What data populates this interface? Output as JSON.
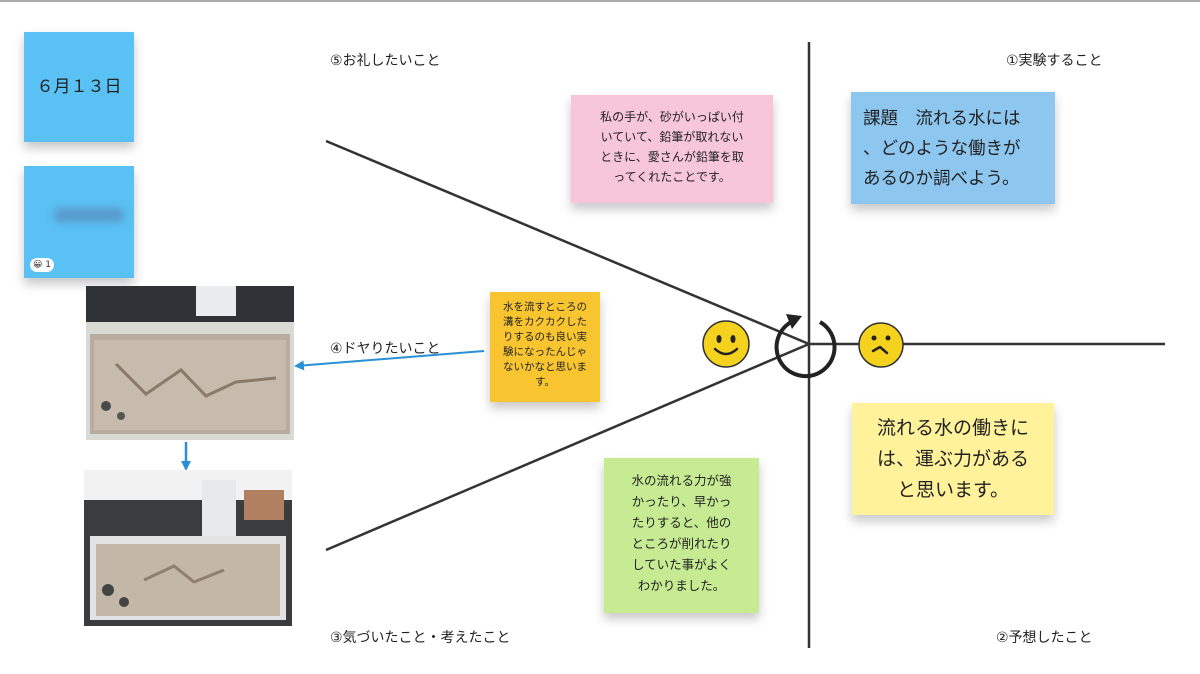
{
  "quadrant_labels": {
    "q1": "①実験すること",
    "q2": "②予想したこと",
    "q3": "③気づいたこと・考えたこと",
    "q4": "④ドヤりたいこと",
    "q5": "⑤お礼したいこと"
  },
  "notes": {
    "date": "６月１３日",
    "name_card_reaction": "😀 1",
    "thanks": "私の手が、砂がいっぱい付\nいていて、鉛筆が取れない\nときに、愛さんが鉛筆を取\nってくれたことです。",
    "task": "課題　流れる水には\n、どのような働きが\nあるのか調べよう。",
    "prediction": "流れる水の働きに\nは、運ぶ力がある\nと思います。",
    "proud": "水を流すところの\n溝をカクカクした\nりするのも良い実\n験になったんじゃ\nないかなと思いま\nす。",
    "noticed": "水の流れる力が強\nかったり、早かっ\nたりすると、他の\nところが削れたり\nしていた事がよく\nわかりました。"
  },
  "colors": {
    "line": "#333333",
    "arrow": "#2b8fd6",
    "face": "#f5d21e",
    "face_stroke": "#333333"
  },
  "icons": {
    "smile": "smiling-face-icon",
    "thinking": "thinking-face-icon",
    "cycle": "cycle-arrow-icon"
  }
}
